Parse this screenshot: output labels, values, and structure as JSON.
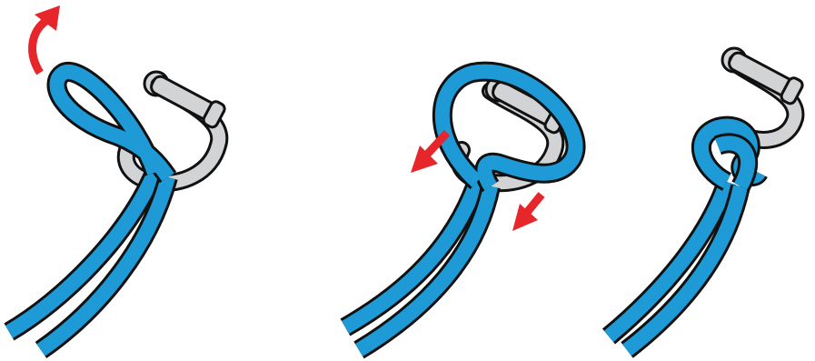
{
  "diagram": {
    "steps": [
      {
        "step": 1,
        "arrows": 1
      },
      {
        "step": 2,
        "arrows": 2
      },
      {
        "step": 3,
        "arrows": 0
      }
    ],
    "colors": {
      "rope": "#1e9ad6",
      "outline": "#111111",
      "shackle": "#d2d3d5",
      "arrow": "#e6262b",
      "background": "#ffffff"
    },
    "icons": [
      "rope-icon",
      "shackle-icon",
      "arrow-icon"
    ]
  }
}
